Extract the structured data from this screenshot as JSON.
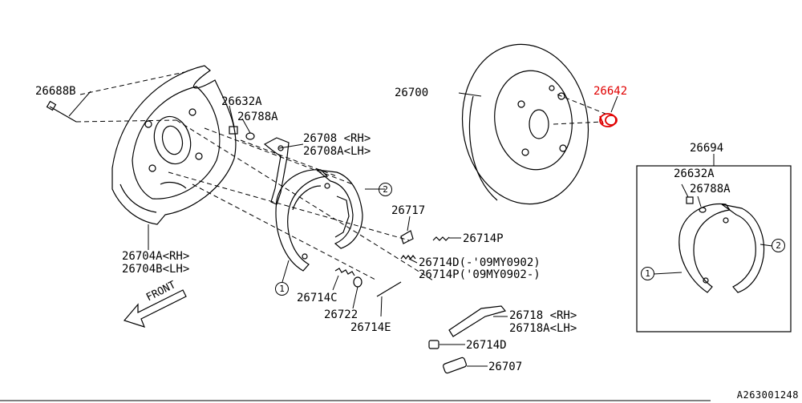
{
  "parts": {
    "p26688B": "26688B",
    "p26632A_top": "26632A",
    "p26788A_top": "26788A",
    "p26708": "26708 <RH>",
    "p26708A": "26708A<LH>",
    "p26700": "26700",
    "p26642": "26642",
    "p26694": "26694",
    "p26632A_box": "26632A",
    "p26788A_box": "26788A",
    "p26717": "26717",
    "p26714P_a": "26714P",
    "p26714D_a": "26714D(-'09MY0902)",
    "p26714P_b": "26714P('09MY0902-)",
    "p26704A": "26704A<RH>",
    "p26704B": "26704B<LH>",
    "p26714C": "26714C",
    "p26722": "26722",
    "p26714E": "26714E",
    "p26718": "26718 <RH>",
    "p26718A": "26718A<LH>",
    "p26714D_b": "26714D",
    "p26707": "26707"
  },
  "callouts": {
    "c1": "1",
    "c2": "2",
    "c1_box": "1",
    "c2_box": "2"
  },
  "front_label": "FRONT",
  "diagram_code": "A263001248",
  "colors": {
    "line": "#000000",
    "highlight": "#e00000",
    "background": "#ffffff"
  }
}
